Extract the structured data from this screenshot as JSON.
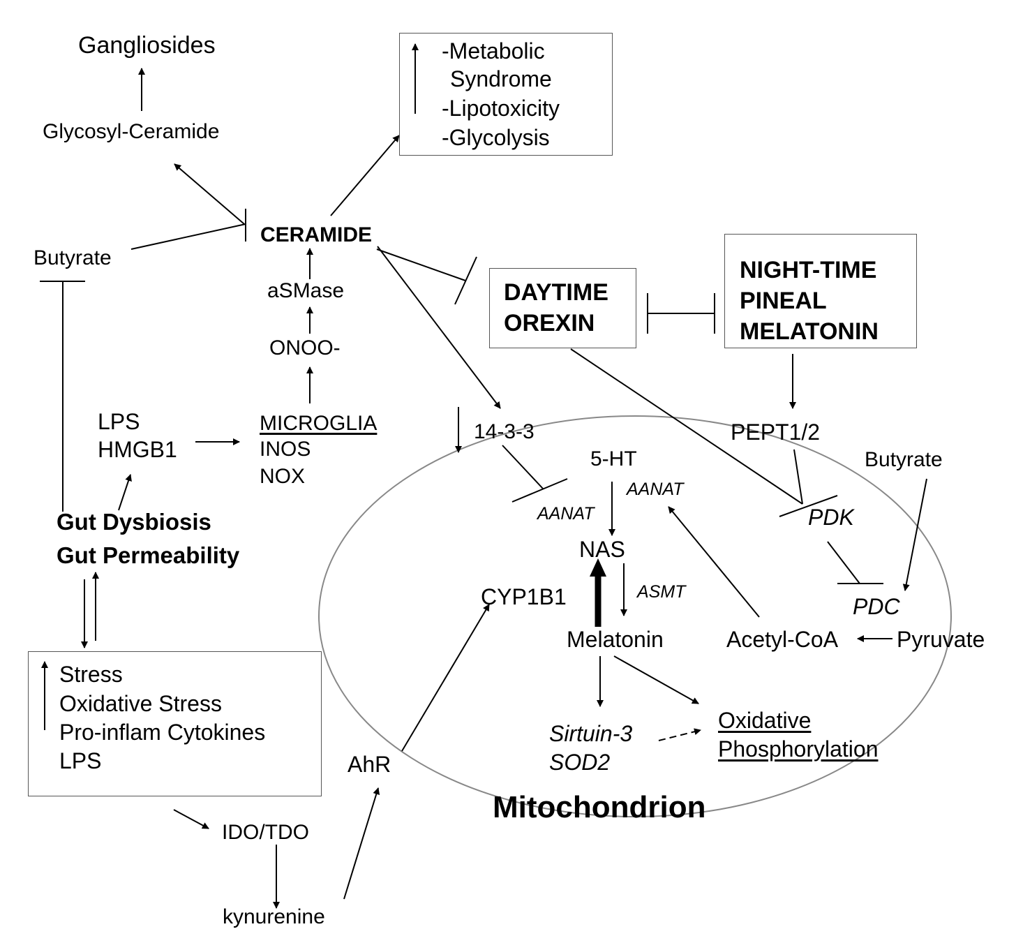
{
  "labels": {
    "gangliosides": "Gangliosides",
    "glycosyl_ceramide": "Glycosyl-Ceramide",
    "butyrate_left": "Butyrate",
    "ceramide": "CERAMIDE",
    "asmase": "aSMase",
    "onoo": "ONOO-",
    "lps": "LPS",
    "hmgb1": "HMGB1",
    "microglia": "MICROGLIA",
    "inos": "INOS",
    "nox": "NOX",
    "gut_dysbiosis": "Gut Dysbiosis",
    "gut_permeability": "Gut Permeability",
    "ido_tdo": "IDO/TDO",
    "kynurenine": "kynurenine",
    "ahr": "AhR",
    "protein_14_3_3": "14-3-3",
    "serotonin": "5-HT",
    "aanat_right": "AANAT",
    "aanat_left": "AANAT",
    "nas": "NAS",
    "asmt": "ASMT",
    "cyp1b1": "CYP1B1",
    "melatonin": "Melatonin",
    "sirtuin3": "Sirtuin-3",
    "sod2": "SOD2",
    "oxidative": "Oxidative",
    "phosphorylation": "Phosphorylation",
    "pept": "PEPT1/2",
    "pdk": "PDK",
    "pdc": "PDC",
    "butyrate_right": "Butyrate",
    "acetyl_coa": "Acetyl-CoA",
    "pyruvate": "Pyruvate",
    "mitochondrion": "Mitochondrion"
  },
  "boxes": {
    "metabolic": [
      "-Metabolic",
      "Syndrome",
      "-Lipotoxicity",
      "-Glycolysis"
    ],
    "orexin": [
      "DAYTIME",
      "OREXIN"
    ],
    "melatonin_pineal": [
      "NIGHT-TIME",
      "PINEAL",
      "MELATONIN"
    ],
    "stress": [
      "Stress",
      "Oxidative Stress",
      "Pro-inflam Cytokines",
      "LPS"
    ]
  }
}
